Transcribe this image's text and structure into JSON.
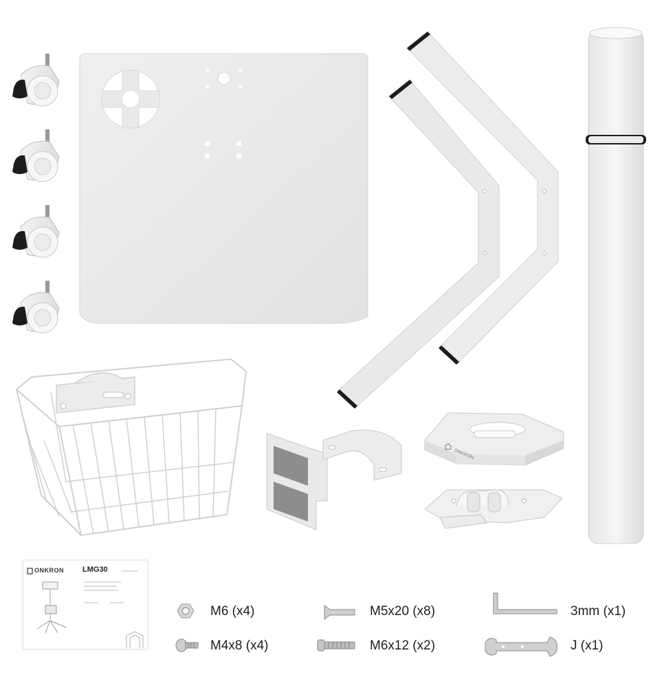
{
  "manual": {
    "brand": "ONKRON",
    "model": "LMG30"
  },
  "hardware": [
    {
      "label": "M6 (x4)",
      "icon": "nut-icon"
    },
    {
      "label": "M4x8 (x4)",
      "icon": "short-screw-icon"
    },
    {
      "label": "M5x20 (x8)",
      "icon": "flat-head-screw-icon"
    },
    {
      "label": "M6x12 (x2)",
      "icon": "bolt-icon"
    },
    {
      "label": "3mm (x1)",
      "icon": "allen-key-icon"
    },
    {
      "label": "J (x1)",
      "icon": "wrench-icon"
    }
  ],
  "basket_bracket_brand": "ONKRON",
  "colors": {
    "background": "#ffffff",
    "metal": "#ececec",
    "metal_shadow": "#d6d6d6",
    "dark_accent": "#1c1c1c"
  }
}
